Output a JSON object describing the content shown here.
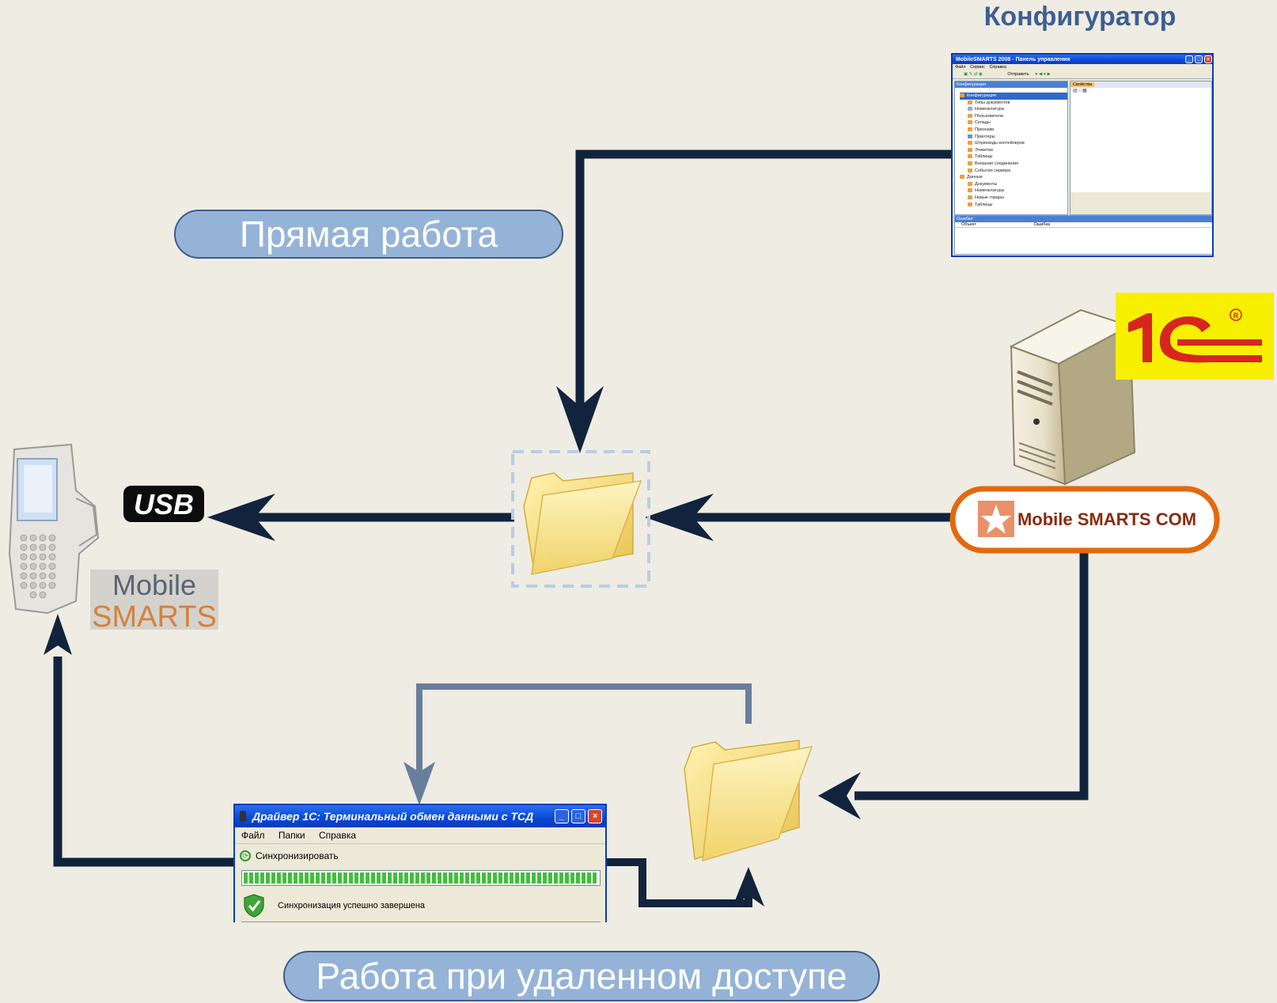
{
  "labels": {
    "configurator_title": "Конфигуратор",
    "direct_work": "Прямая работа",
    "remote_work": "Работа при удаленном доступе",
    "com_component": "Mobile SMARTS COM",
    "usb": "USB",
    "brand_line1": "Mobile",
    "brand_line2": "SMARTS",
    "logo_1c": "1С"
  },
  "config_window": {
    "title": "MobileSMARTS 2008 - Панель управления",
    "menu": [
      "Файл",
      "Сервис",
      "Справка"
    ],
    "toolbar_send": "Отправить",
    "left_panel_title": "Конфигурация",
    "right_panel_title": "Свойства",
    "tree": [
      "Конфигурация",
      "Типы документов",
      "Номенклатура",
      "Пользователи",
      "Склады",
      "Признаки",
      "Принтеры",
      "Штрихкоды контейнеров",
      "Этикетки",
      "Таблицы",
      "Внешние соединения",
      "События сервера",
      "Данные",
      "Документы",
      "Номенклатура",
      "Новые товары",
      "Таблицы"
    ],
    "errors_title": "Ошибки",
    "col_object": "Объект",
    "col_error": "Ошибка"
  },
  "driver_window": {
    "title": "Драйвер 1С: Терминальный обмен данными с ТСД",
    "menu": [
      "Файл",
      "Папки",
      "Справка"
    ],
    "sync_button": "Синхронизировать",
    "status": "Синхронизация успешно завершена",
    "progress": 1.0
  },
  "colors": {
    "background": "#efece3",
    "arrow_dark": "#12233d",
    "arrow_light": "#687f9c",
    "pill_fill": "#95b3d7",
    "com_border": "#e2690f",
    "logo_yellow": "#f7ef00",
    "logo_red": "#d6261d"
  }
}
